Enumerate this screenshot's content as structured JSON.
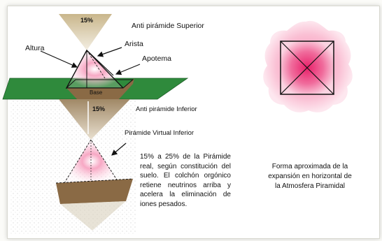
{
  "diagram": {
    "labels": {
      "percent_top": "15%",
      "anti_superior": "Anti pirámide Superior",
      "altura": "Altura",
      "arista": "Arista",
      "apotema": "Apotema",
      "base": "Base",
      "percent_mid": "15%",
      "anti_inferior": "Anti pirámide Inferior",
      "virtual_inferior": "Pirámide Virtual Inferior"
    },
    "paragraph": "15% a 25% de la Pirámide real, según constitución del suelo. El colchón orgónico retiene neutrinos arriba y acelera la eliminación de iones pesados.",
    "caption": "Forma aproximada de la expansión en horizontal de la Atmosfera Piramidal"
  },
  "colors": {
    "cone": "#d8c9a4",
    "ground": "#2f8a3c",
    "soil": "#8a6a45",
    "glow": "#e8206a"
  }
}
